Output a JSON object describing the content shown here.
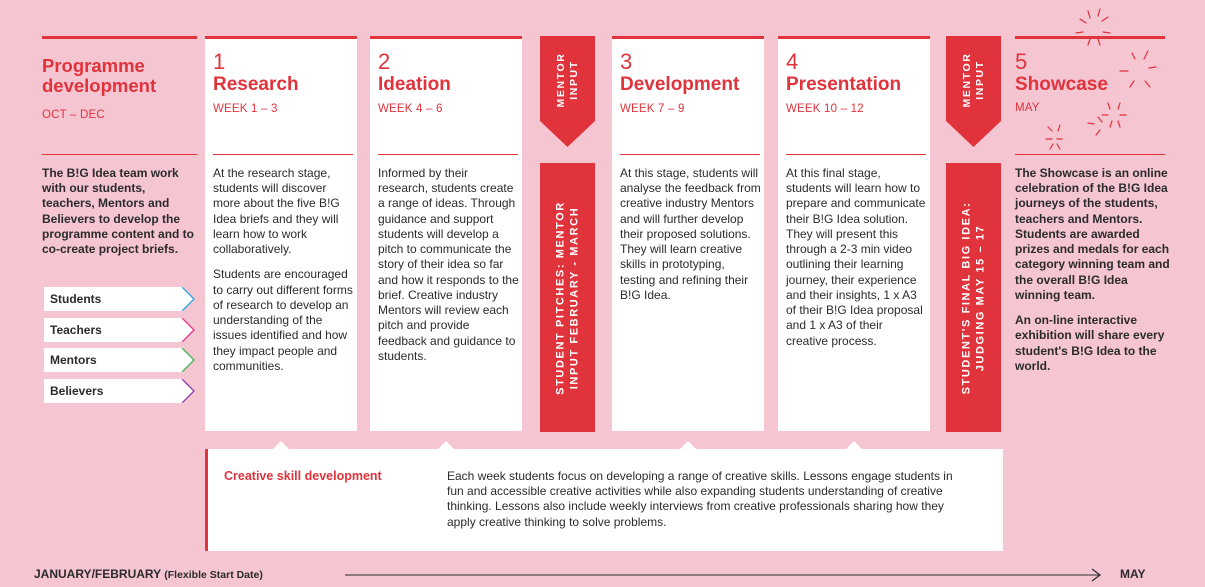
{
  "programme": {
    "title": "Programme development",
    "dates": "OCT – DEC",
    "body": "The B!G Idea team work with our students, teachers, Mentors and Believers to develop the programme content and to co-create project briefs.",
    "tags": [
      {
        "label": "Students",
        "color": "#29a3e0"
      },
      {
        "label": "Teachers",
        "color": "#e62e8b"
      },
      {
        "label": "Mentors",
        "color": "#3fae49"
      },
      {
        "label": "Believers",
        "color": "#8a3aa8"
      }
    ]
  },
  "stages": {
    "research": {
      "number": "1",
      "title": "Research",
      "dates": "WEEK 1 – 3",
      "p1": "At the research stage, students will discover more about the five B!G Idea briefs and they will learn how to work collaboratively.",
      "p2": "Students are encouraged to carry out different forms of research to develop an understanding of the issues identified and how they impact people and communities."
    },
    "ideation": {
      "number": "2",
      "title": "Ideation",
      "dates": "WEEK 4 – 6",
      "p1": "Informed by their research, students create a range of ideas. Through guidance and support students will develop a pitch to communicate the story of their idea so far and how it responds to the brief. Creative industry Mentors will review each pitch and provide feedback and guidance to students."
    },
    "development": {
      "number": "3",
      "title": "Development",
      "dates": "WEEK 7 – 9",
      "p1": "At this stage, students will analyse the feedback from creative industry Mentors and will further develop their proposed  solutions. They will learn creative skills in prototyping, testing and refining their B!G Idea."
    },
    "presentation": {
      "number": "4",
      "title": "Presentation",
      "dates": "WEEK 10 – 12",
      "p1": "At this final stage, students will learn how to prepare and communicate their B!G Idea solution. They will present this through a 2-3 min video outlining their learning journey, their experience and their insights, 1 x A3 of their B!G Idea proposal and 1 x A3 of their creative process."
    },
    "showcase": {
      "number": "5",
      "title": "Showcase",
      "dates": "MAY",
      "p1": "The Showcase is an online celebration of the B!G Idea journeys of the students, teachers and Mentors. Students are awarded prizes and medals for each category winning team and the overall B!G Idea winning team.",
      "p2": "An on-line interactive exhibition will share every student's B!G Idea to the world."
    }
  },
  "mentor": {
    "input_label_1": "MENTOR",
    "input_label_2": "INPUT",
    "pitch_line_1": "STUDENT PITCHES: MENTOR",
    "pitch_line_2": "INPUT FEBRUARY - MARCH",
    "final_line_1": "STUDENT'S FINAL BIG IDEA:",
    "final_line_2": "JUDGING MAY 15 – 17"
  },
  "skill": {
    "title": "Creative skill development",
    "text": "Each week students focus on developing a range of creative skills. Lessons engage students in fun and accessible creative activities while also expanding students understanding of creative thinking. Lessons also include weekly interviews from creative professionals sharing how they apply creative thinking to solve problems."
  },
  "timeline": {
    "start": "JANUARY/FEBRUARY",
    "start_note": "(Flexible Start Date)",
    "end": "MAY"
  },
  "colors": {
    "accent": "#e0333c",
    "background": "#f5c5d2"
  }
}
